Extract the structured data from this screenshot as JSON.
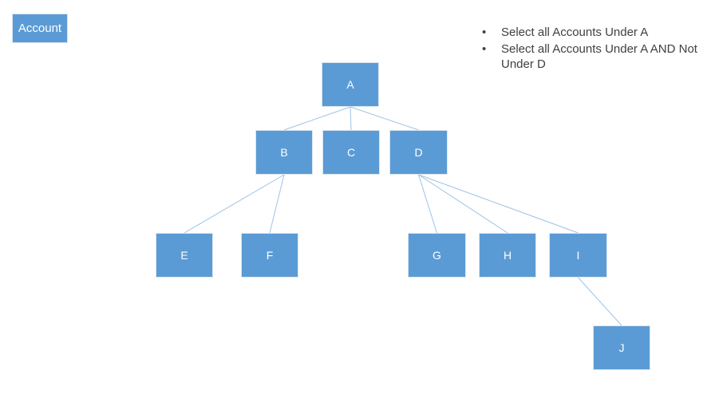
{
  "colors": {
    "node_fill": "#5B9BD5",
    "node_border": "#dce6f1",
    "node_text": "#ffffff",
    "connector": "#9DC3E6",
    "bullet_text": "#404040"
  },
  "account": {
    "label": "Account"
  },
  "bullets": {
    "items": [
      "Select all Accounts Under A",
      "Select all Accounts Under A AND Not Under D"
    ]
  },
  "diagram": {
    "nodes": {
      "A": {
        "label": "A"
      },
      "B": {
        "label": "B"
      },
      "C": {
        "label": "C"
      },
      "D": {
        "label": "D"
      },
      "E": {
        "label": "E"
      },
      "F": {
        "label": "F"
      },
      "G": {
        "label": "G"
      },
      "H": {
        "label": "H"
      },
      "I": {
        "label": "I"
      },
      "J": {
        "label": "J"
      }
    },
    "edges": [
      {
        "from": "A",
        "to": "B"
      },
      {
        "from": "A",
        "to": "C"
      },
      {
        "from": "A",
        "to": "D"
      },
      {
        "from": "B",
        "to": "E"
      },
      {
        "from": "B",
        "to": "F"
      },
      {
        "from": "D",
        "to": "G"
      },
      {
        "from": "D",
        "to": "H"
      },
      {
        "from": "D",
        "to": "I"
      },
      {
        "from": "I",
        "to": "J"
      }
    ]
  }
}
